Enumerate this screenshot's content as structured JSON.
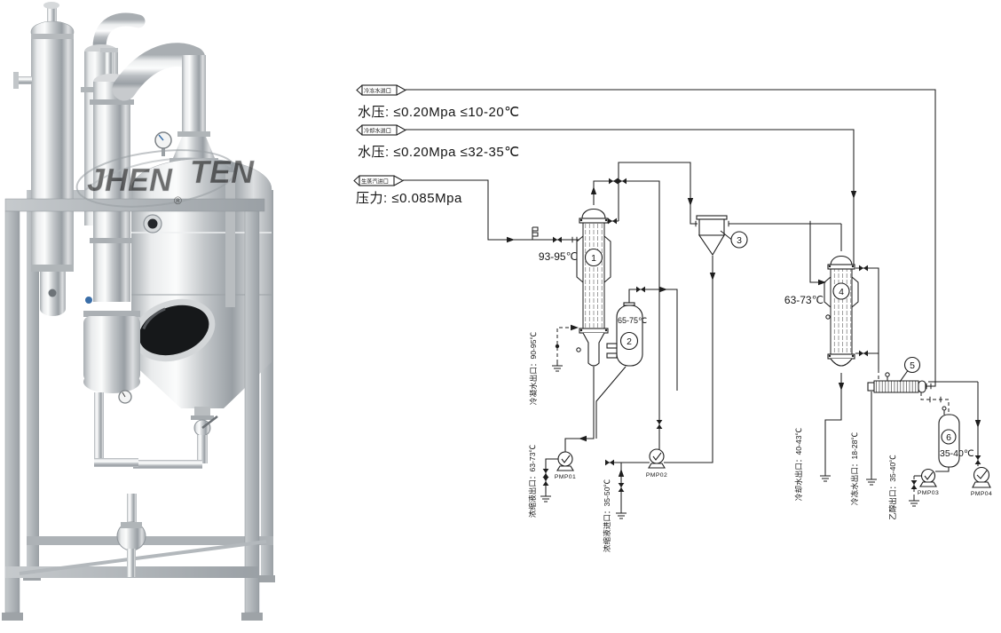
{
  "photo": {
    "watermark_left": "JHEN",
    "watermark_right": "TEN",
    "registered_mark": "®"
  },
  "diagram": {
    "inlets": [
      {
        "tag": "冷冻水进口",
        "spec": "水压: ≤0.20Mpa ≤10-20℃"
      },
      {
        "tag": "冷却水进口",
        "spec": "水压: ≤0.20Mpa ≤32-35℃"
      },
      {
        "tag": "生蒸汽进口",
        "spec": "压力: ≤0.085Mpa"
      }
    ],
    "temps": {
      "feed_line": "93-95℃",
      "separator": "65-75℃",
      "effect2": "63-73℃",
      "receiver": "35-40℃"
    },
    "streams": {
      "condensate_out": "冷凝水出口：90-95℃",
      "concentrate_out": "浓缩液出口：63-73℃",
      "concentrate_in": "浓缩液进口：35-50℃",
      "cooling_water_out": "冷却水出口：40-43℃",
      "chilled_water_out": "冷冻水出口：18-28℃",
      "ethanol_out": "乙醇出口：35-40℃"
    },
    "pumps": {
      "pmp01": "PMP01",
      "pmp02": "PMP02",
      "pmp03": "PMP03",
      "pmp04": "PMP04"
    },
    "equipment_numbers": {
      "evaporator1": "1",
      "separator2": "2",
      "catcher3": "3",
      "evaporator4": "4",
      "condenser5": "5",
      "receiver6": "6"
    },
    "palette": {
      "line": "#1e1e1e",
      "steel": "#c9cdd0",
      "frame": "#b3b8bc",
      "accent_blue": "#3a6ea8"
    }
  }
}
